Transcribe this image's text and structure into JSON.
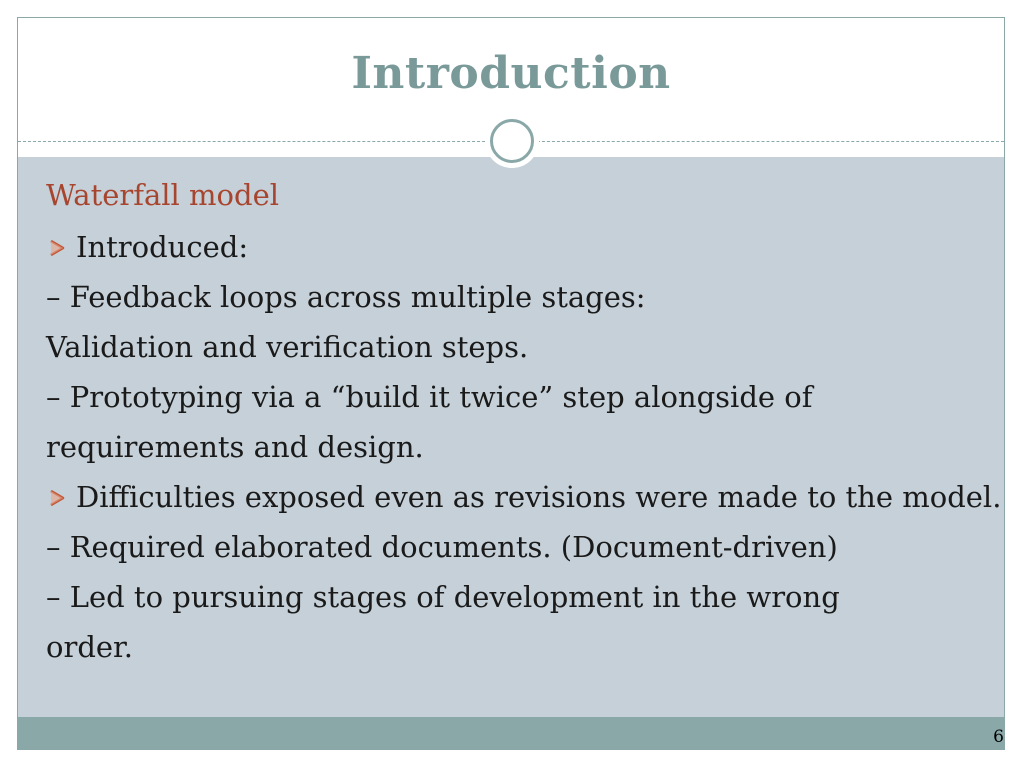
{
  "slide": {
    "title": "Introduction",
    "page_number": "6",
    "colors": {
      "title": "#7a9a9a",
      "accent": "#a8452f",
      "panel": "#c5d0d8",
      "footer": "#8aa8a8",
      "bullet": "#c0583a"
    },
    "subheading": "Waterfall model",
    "lines": [
      "Introduced:",
      "– Feedback loops across multiple stages:",
      "Validation and verification steps.",
      "– Prototyping via a “build it twice” step alongside of",
      "requirements and design.",
      "Difficulties exposed even as revisions were made to the model.",
      "– Required elaborated documents. (Document-driven)",
      "– Led to pursuing stages of development in the wrong",
      "order."
    ],
    "bullet_icon": "arrow-bullet-icon"
  }
}
